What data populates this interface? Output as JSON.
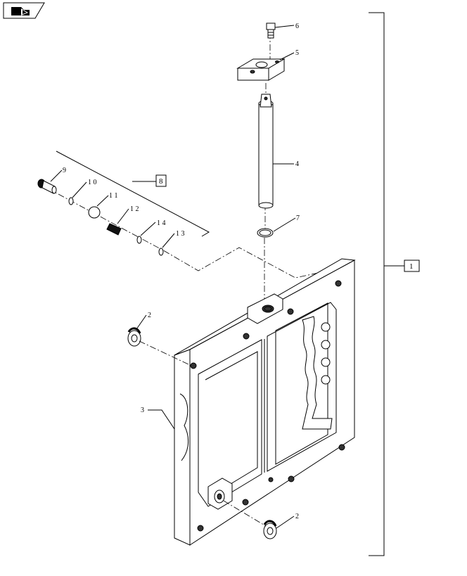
{
  "nav_icon": "book-arrow-icon",
  "callouts": {
    "c1": "1",
    "c2a": "2",
    "c2b": "2",
    "c3": "3",
    "c4": "4",
    "c5": "5",
    "c6": "6",
    "c7": "7",
    "c8": "8",
    "c9": "9",
    "c10": "1 0",
    "c11": "1 1",
    "c12": "1 2",
    "c13": "1 3",
    "c14": "1 4"
  }
}
